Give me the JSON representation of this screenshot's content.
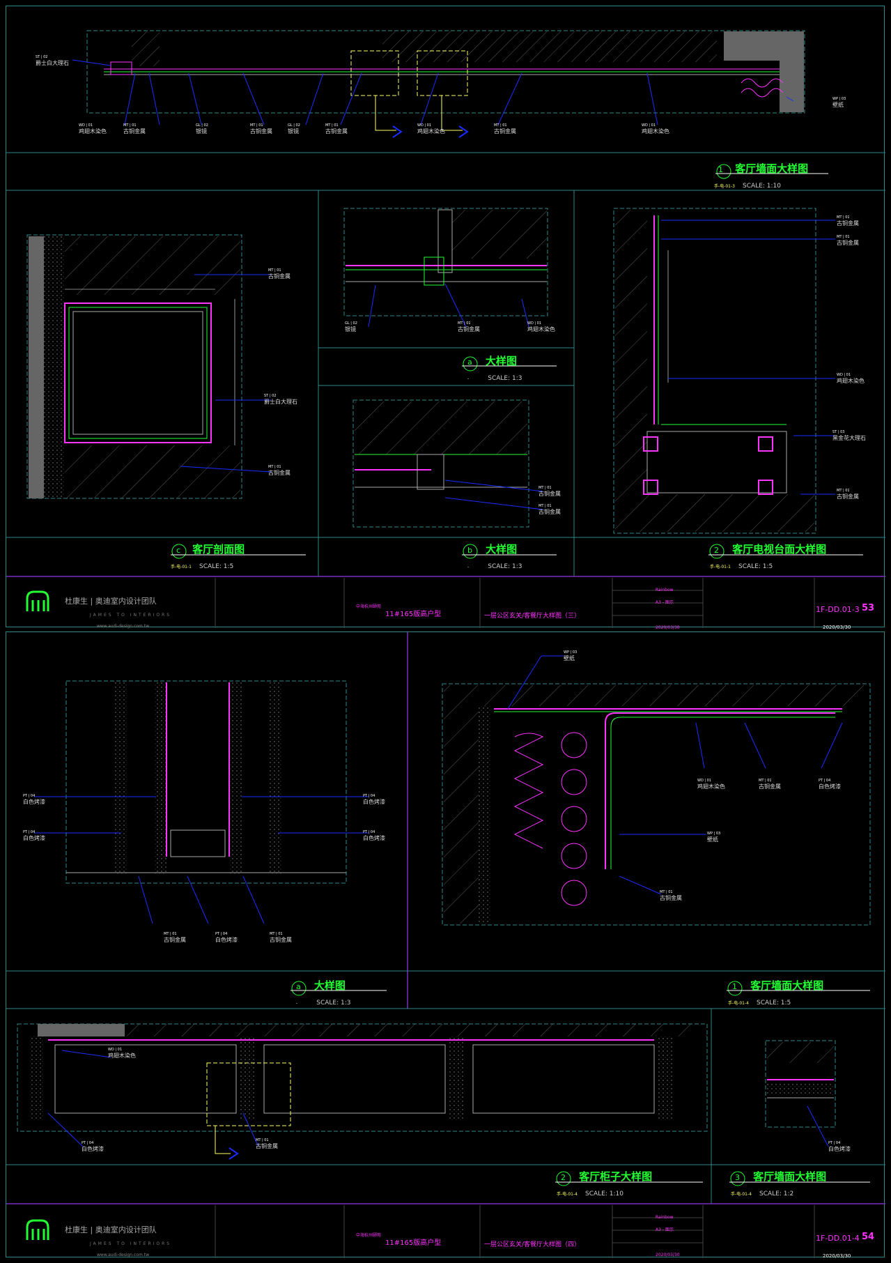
{
  "colors": {
    "frame": "#2e8a8a",
    "green": "#22ff33",
    "magenta": "#ff33ff",
    "yellow": "#ffff66",
    "blue": "#1a2cff",
    "hatch": "#6a6a6a"
  },
  "sheet53": {
    "views": {
      "elev1": {
        "num": "1",
        "ref": "手-电-01-3",
        "title": "客厅墙面大样图",
        "scale": "SCALE:  1:10"
      },
      "detail_a": {
        "num": "a",
        "ref": "-",
        "title": "大样图",
        "scale": "SCALE:  1:3"
      },
      "detail_b": {
        "num": "b",
        "ref": "-",
        "title": "大样图",
        "scale": "SCALE:  1:3"
      },
      "section_c": {
        "num": "c",
        "ref": "手-电-01-1",
        "title": "客厅剖面图",
        "scale": "SCALE:  1:5"
      },
      "tv2": {
        "num": "2",
        "ref": "手-电-01-1",
        "title": "客厅电视台面大样图",
        "scale": "SCALE:  1:5"
      }
    },
    "labels": {
      "l1": {
        "code": "ST | 02",
        "name": "爵士白大理石"
      },
      "l2": {
        "code": "WD | 01",
        "name": "鸡翅木染色"
      },
      "l3": {
        "code": "MT | 01",
        "name": "古铜金属"
      },
      "l4": {
        "code": "GL | 02",
        "name": "银镜"
      },
      "l5": {
        "code": "MT | 01",
        "name": "古铜金属"
      },
      "l6": {
        "code": "GL | 02",
        "name": "银镜"
      },
      "l7": {
        "code": "MT | 01",
        "name": "古铜金属"
      },
      "l8": {
        "code": "WD | 01",
        "name": "鸡翅木染色"
      },
      "l9": {
        "code": "MT | 01",
        "name": "古铜金属"
      },
      "l10": {
        "code": "WD | 01",
        "name": "鸡翅木染色"
      },
      "l11": {
        "code": "WP | 03",
        "name": "壁纸"
      },
      "c1": {
        "code": "MT | 01",
        "name": "古铜金属"
      },
      "c2": {
        "code": "ST | 02",
        "name": "爵士白大理石"
      },
      "c3": {
        "code": "MT | 01",
        "name": "古铜金属"
      },
      "a1": {
        "code": "GL | 02",
        "name": "银镜"
      },
      "a2": {
        "code": "MT | 01",
        "name": "古铜金属"
      },
      "a3": {
        "code": "WD | 01",
        "name": "鸡翅木染色"
      },
      "b1": {
        "code": "MT | 01",
        "name": "古铜金属"
      },
      "b2": {
        "code": "MT | 01",
        "name": "古铜金属"
      },
      "t1": {
        "code": "MT | 01",
        "name": "古铜金属"
      },
      "t2": {
        "code": "MT | 01",
        "name": "古铜金属"
      },
      "t3": {
        "code": "WD | 01",
        "name": "鸡翅木染色"
      },
      "t4": {
        "code": "ST | 03",
        "name": "黑金花大理石"
      },
      "t5": {
        "code": "MT | 01",
        "name": "古铜金属"
      }
    },
    "titleblock": {
      "project": "中海杭州颐苑",
      "unit": "11#165版高户型",
      "drawing": "一层公区玄关/客餐厅大样图（三）",
      "drawing_no": "1F-DD.01-3",
      "page": "53",
      "date": "2020/03/30",
      "scale_val": "A3 - 图示",
      "name_val": "Rainbow"
    }
  },
  "sheet54": {
    "views": {
      "detail_a": {
        "num": "a",
        "ref": "-",
        "title": "大样图",
        "scale": "SCALE:  1:3"
      },
      "elev1": {
        "num": "1",
        "ref": "手-电-01-4",
        "title": "客厅墙面大样图",
        "scale": "SCALE:  1:5"
      },
      "cab2": {
        "num": "2",
        "ref": "手-电-01-4",
        "title": "客厅柜子大样图",
        "scale": "SCALE:  1:10"
      },
      "elev3": {
        "num": "3",
        "ref": "手-电-01-4",
        "title": "客厅墙面大样图",
        "scale": "SCALE:  1:2"
      }
    },
    "labels": {
      "p1": {
        "code": "PT | 04",
        "name": "白色烤漆"
      },
      "p2": {
        "code": "PT | 04",
        "name": "白色烤漆"
      },
      "p3": {
        "code": "PT | 04",
        "name": "白色烤漆"
      },
      "p4": {
        "code": "PT | 04",
        "name": "白色烤漆"
      },
      "p5": {
        "code": "MT | 01",
        "name": "古铜金属"
      },
      "p6": {
        "code": "PT | 04",
        "name": "白色烤漆"
      },
      "p7": {
        "code": "MT | 01",
        "name": "古铜金属"
      },
      "w1": {
        "code": "WP | 03",
        "name": "壁纸"
      },
      "w2": {
        "code": "WD | 01",
        "name": "鸡翅木染色"
      },
      "w3": {
        "code": "MT | 01",
        "name": "古铜金属"
      },
      "w4": {
        "code": "PT | 04",
        "name": "白色烤漆"
      },
      "w5": {
        "code": "WP | 03",
        "name": "壁纸"
      },
      "w6": {
        "code": "MT | 01",
        "name": "古铜金属"
      },
      "k1": {
        "code": "WD | 01",
        "name": "鸡翅木染色"
      },
      "k2": {
        "code": "PT | 04",
        "name": "白色烤漆"
      },
      "k3": {
        "code": "MT | 01",
        "name": "古铜金属"
      },
      "e1": {
        "code": "PT | 04",
        "name": "白色烤漆"
      }
    },
    "titleblock": {
      "project": "中海杭州颐苑",
      "unit": "11#165版高户型",
      "drawing": "一层公区玄关/客餐厅大样图（四）",
      "drawing_no": "1F-DD.01-4",
      "page": "54",
      "date": "2020/03/30",
      "scale_val": "A3 - 图示",
      "name_val": "Rainbow"
    }
  },
  "brand": {
    "name": "杜康生 | 奥迪室内设计团队",
    "sub": "JAMES  TO  INTERIORS",
    "web": "www.audi-design.com.tw"
  }
}
